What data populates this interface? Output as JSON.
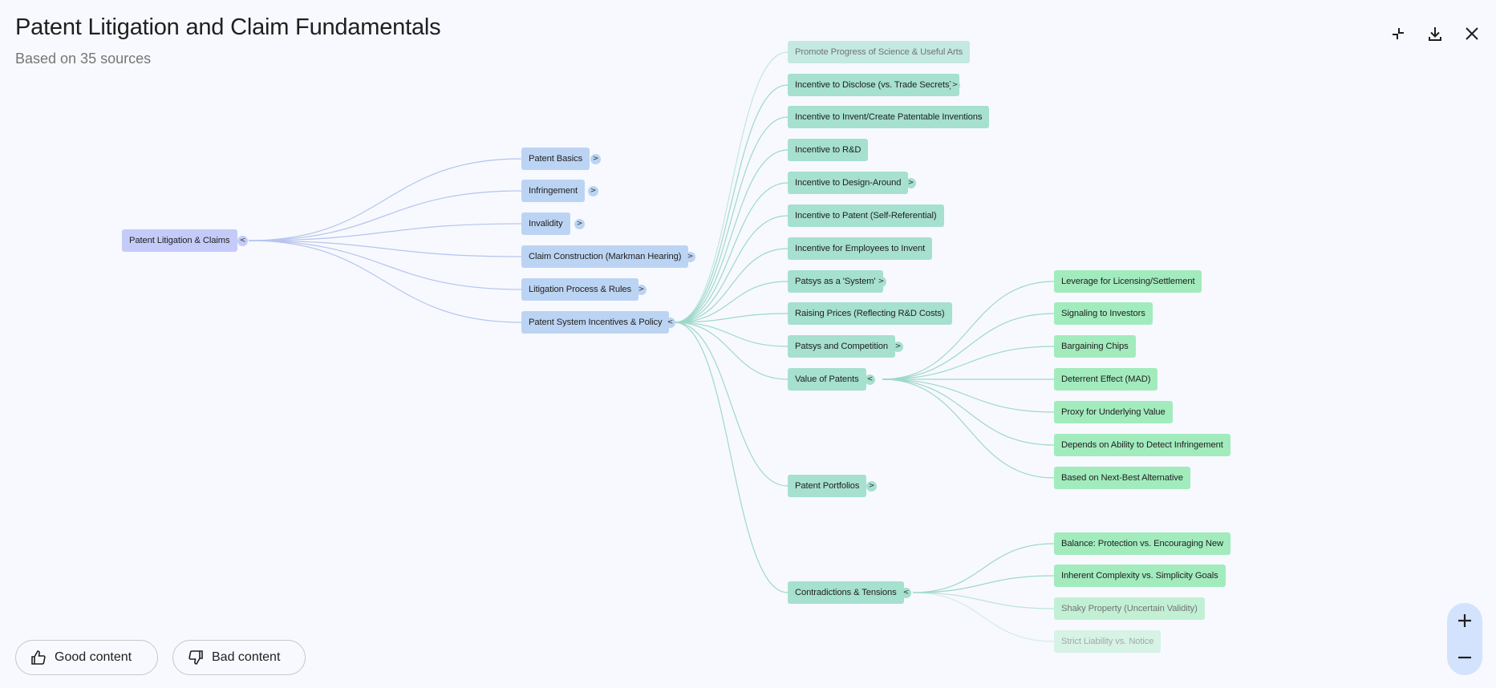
{
  "header": {
    "title": "Patent Litigation and Claim Fundamentals",
    "subtitle": "Based on 35 sources",
    "icons": [
      "collapse-icon",
      "download-icon",
      "close-icon"
    ]
  },
  "mindmap": {
    "root": {
      "label": "Patent Litigation & Claims",
      "toggle": "<"
    },
    "level1": [
      {
        "label": "Patent Basics",
        "toggle": ">"
      },
      {
        "label": "Infringement",
        "toggle": ">"
      },
      {
        "label": "Invalidity",
        "toggle": ">"
      },
      {
        "label": "Claim Construction (Markman Hearing)",
        "toggle": ">"
      },
      {
        "label": "Litigation Process & Rules",
        "toggle": ">"
      },
      {
        "label": "Patent System Incentives & Policy",
        "toggle": "<"
      }
    ],
    "level2": [
      {
        "label": "Promote Progress of Science & Useful Arts",
        "toggle": ""
      },
      {
        "label": "Incentive to Disclose (vs. Trade Secrets)",
        "toggle": ">"
      },
      {
        "label": "Incentive to Invent/Create Patentable Inventions",
        "toggle": ""
      },
      {
        "label": "Incentive to R&D",
        "toggle": ""
      },
      {
        "label": "Incentive to Design-Around",
        "toggle": ">"
      },
      {
        "label": "Incentive to Patent (Self-Referential)",
        "toggle": ""
      },
      {
        "label": "Incentive for Employees to Invent",
        "toggle": ""
      },
      {
        "label": "Patsys as a 'System'",
        "toggle": ">"
      },
      {
        "label": "Raising Prices (Reflecting R&D Costs)",
        "toggle": ""
      },
      {
        "label": "Patsys and Competition",
        "toggle": ">"
      },
      {
        "label": "Value of Patents",
        "toggle": "<"
      },
      {
        "label": "Patent Portfolios",
        "toggle": ">"
      },
      {
        "label": "Contradictions & Tensions",
        "toggle": "<"
      }
    ],
    "value_children": [
      {
        "label": "Leverage for Licensing/Settlement"
      },
      {
        "label": "Signaling to Investors"
      },
      {
        "label": "Bargaining Chips"
      },
      {
        "label": "Deterrent Effect (MAD)"
      },
      {
        "label": "Proxy for Underlying Value"
      },
      {
        "label": "Depends on Ability to Detect Infringement"
      },
      {
        "label": "Based on Next-Best Alternative"
      }
    ],
    "contradiction_children": [
      {
        "label": "Balance: Protection vs. Encouraging New"
      },
      {
        "label": "Inherent Complexity vs. Simplicity Goals"
      },
      {
        "label": "Shaky Property (Uncertain Validity)"
      },
      {
        "label": "Strict Liability vs. Notice"
      }
    ],
    "colors": {
      "root": "#c5cbf9",
      "level1": "#bcd4f3",
      "level2": "#a6e0cf",
      "level3": "#a2ebbd",
      "link_blue": "#b6c4ee",
      "link_green": "#9fd8c8"
    }
  },
  "feedback": {
    "good_label": "Good content",
    "bad_label": "Bad content"
  },
  "zoom": {
    "in_label": "+",
    "out_label": "−"
  }
}
